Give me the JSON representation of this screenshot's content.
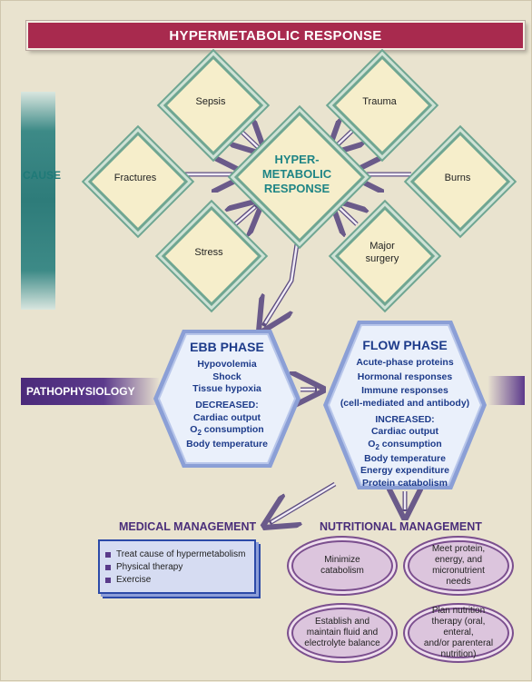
{
  "title": "HYPERMETABOLIC RESPONSE",
  "side_labels": {
    "cause": "CAUSE",
    "pathophysiology": "PATHOPHYSIOLOGY"
  },
  "center": {
    "line1": "HYPER-",
    "line2": "METABOLIC",
    "line3": "RESPONSE"
  },
  "causes": {
    "sepsis": "Sepsis",
    "trauma": "Trauma",
    "fractures": "Fractures",
    "burns": "Burns",
    "stress": "Stress",
    "major_surgery_1": "Major",
    "major_surgery_2": "surgery"
  },
  "ebb_phase": {
    "title": "EBB PHASE",
    "items": [
      "Hypovolemia",
      "Shock",
      "Tissue hypoxia"
    ],
    "decreased_label": "DECREASED:",
    "decreased": [
      "Cardiac output",
      "O2 consumption",
      "Body temperature"
    ]
  },
  "flow_phase": {
    "title": "FLOW PHASE",
    "items": [
      "Acute-phase proteins",
      "Hormonal responses",
      "Immune responses",
      "(cell-mediated and antibody)"
    ],
    "increased_label": "INCREASED:",
    "increased": [
      "Cardiac output",
      "O2 consumption",
      "Body temperature",
      "Energy expenditure",
      "Protein catabolism"
    ]
  },
  "medical_management": {
    "title": "MEDICAL MANAGEMENT",
    "items": [
      "Treat cause of hypermetabolism",
      "Physical therapy",
      "Exercise"
    ]
  },
  "nutritional_management": {
    "title": "NUTRITIONAL MANAGEMENT",
    "items": [
      [
        "Minimize",
        "catabolism"
      ],
      [
        "Meet protein,",
        "energy, and",
        "micronutrient",
        "needs"
      ],
      [
        "Establish and",
        "maintain fluid and",
        "electrolyte balance"
      ],
      [
        "Plan nutrition",
        "therapy (oral, enteral,",
        "and/or parenteral",
        "nutrition)"
      ]
    ]
  },
  "colors": {
    "title_bar": "#a82a4e",
    "cause_band": "#2e7c7a",
    "path_band": "#5c3a8c",
    "hex_text": "#1d3b8a"
  }
}
